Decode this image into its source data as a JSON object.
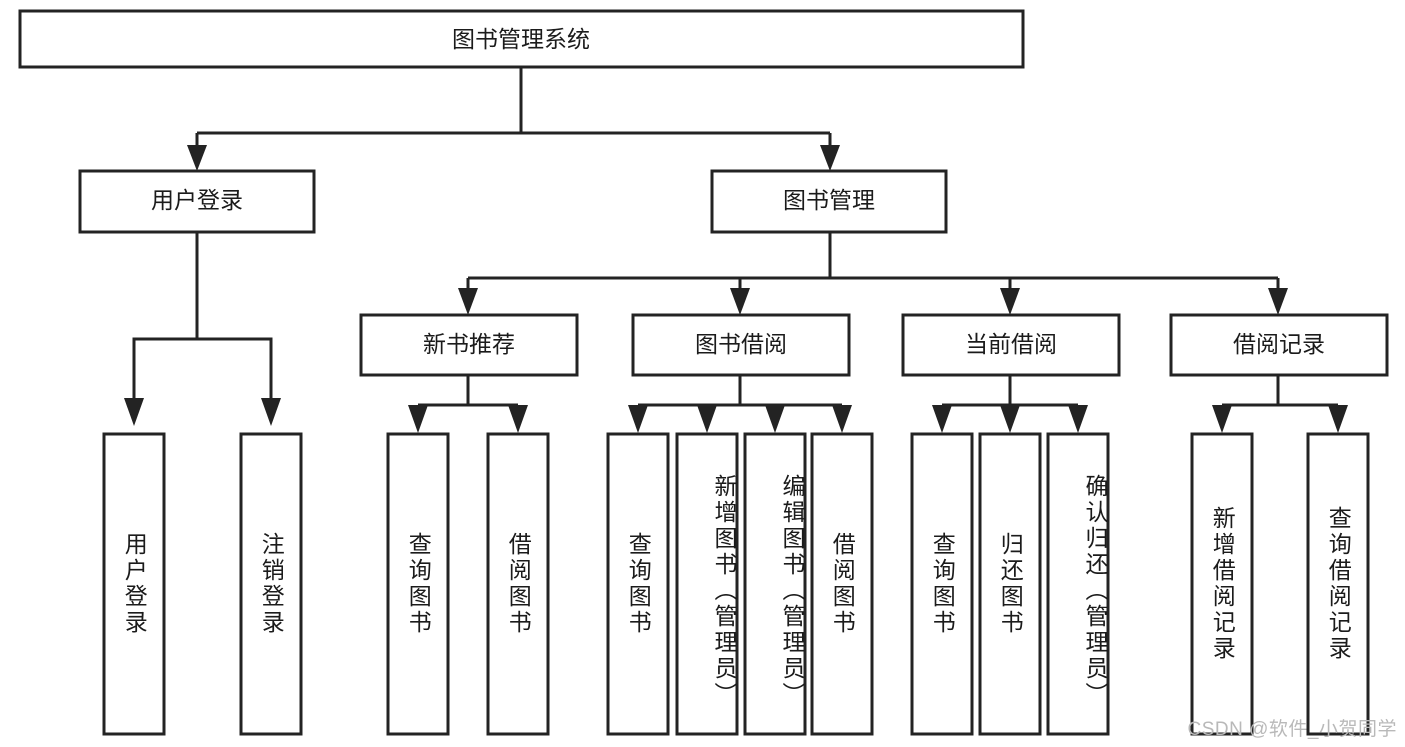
{
  "diagram": {
    "type": "tree",
    "title": "图书管理系统",
    "background_color": "#ffffff",
    "line_color": "#232323",
    "text_color": "#1b1b1b",
    "root": {
      "id": "root",
      "label": "图书管理系统",
      "orientation": "horizontal"
    },
    "level2": [
      {
        "id": "user-login",
        "label": "用户登录",
        "orientation": "horizontal"
      },
      {
        "id": "book-manage",
        "label": "图书管理",
        "orientation": "horizontal"
      }
    ],
    "level3": [
      {
        "id": "new-book-recommend",
        "label": "新书推荐",
        "orientation": "horizontal",
        "parent": "book-manage"
      },
      {
        "id": "book-borrow",
        "label": "图书借阅",
        "orientation": "horizontal",
        "parent": "book-manage"
      },
      {
        "id": "current-borrow",
        "label": "当前借阅",
        "orientation": "horizontal",
        "parent": "book-manage"
      },
      {
        "id": "borrow-record",
        "label": "借阅记录",
        "orientation": "horizontal",
        "parent": "book-manage"
      }
    ],
    "leaves": [
      {
        "id": "leaf-user-login",
        "label": "用户登录",
        "orientation": "vertical",
        "parent": "user-login"
      },
      {
        "id": "leaf-user-logout",
        "label": "注销登录",
        "orientation": "vertical",
        "parent": "user-login"
      },
      {
        "id": "leaf-query-book-1",
        "label": "查询图书",
        "orientation": "vertical",
        "parent": "new-book-recommend"
      },
      {
        "id": "leaf-borrow-book-1",
        "label": "借阅图书",
        "orientation": "vertical",
        "parent": "new-book-recommend"
      },
      {
        "id": "leaf-query-book-2",
        "label": "查询图书",
        "orientation": "vertical",
        "parent": "book-borrow"
      },
      {
        "id": "leaf-add-book",
        "label": "新增图书（管理员）",
        "orientation": "vertical",
        "parent": "book-borrow"
      },
      {
        "id": "leaf-edit-book",
        "label": "编辑图书（管理员）",
        "orientation": "vertical",
        "parent": "book-borrow"
      },
      {
        "id": "leaf-borrow-book-2",
        "label": "借阅图书",
        "orientation": "vertical",
        "parent": "book-borrow"
      },
      {
        "id": "leaf-query-book-3",
        "label": "查询图书",
        "orientation": "vertical",
        "parent": "current-borrow"
      },
      {
        "id": "leaf-return-book",
        "label": "归还图书",
        "orientation": "vertical",
        "parent": "current-borrow"
      },
      {
        "id": "leaf-confirm-return",
        "label": "确认归还（管理员）",
        "orientation": "vertical",
        "parent": "current-borrow"
      },
      {
        "id": "leaf-add-record",
        "label": "新增借阅记录",
        "orientation": "vertical",
        "parent": "borrow-record"
      },
      {
        "id": "leaf-query-record",
        "label": "查询借阅记录",
        "orientation": "vertical",
        "parent": "borrow-record"
      }
    ]
  },
  "watermark": {
    "text": "CSDN @软件_小贺同学"
  }
}
